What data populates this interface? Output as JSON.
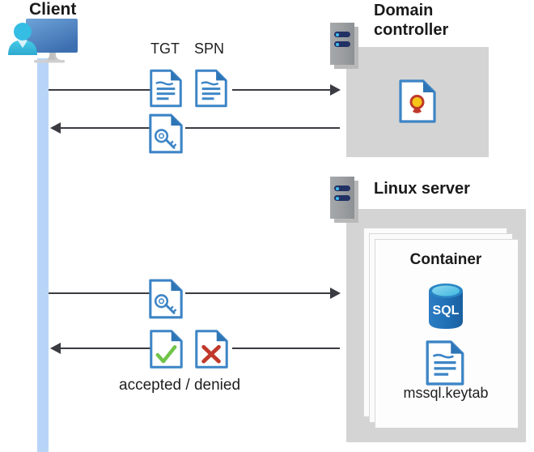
{
  "diagram": {
    "title": "Kerberos authentication flow between a client, a domain controller, and a Linux server container",
    "actors": {
      "client": {
        "label": "Client",
        "icon": "client-computer-user-icon"
      },
      "domain_controller": {
        "label": "Domain\ncontroller",
        "icon": "server-rack-icon",
        "contents": [
          {
            "name": "certificate-document-icon",
            "label": ""
          }
        ]
      },
      "linux_server": {
        "label": "Linux server",
        "icon": "server-rack-icon",
        "container": {
          "label": "Container",
          "stack_count": 3,
          "contents": [
            {
              "name": "sql-database-icon",
              "label": "SQL"
            },
            {
              "name": "keytab-document-icon",
              "label": "mssql.keytab"
            }
          ]
        }
      }
    },
    "messages": [
      {
        "id": "msg-1",
        "direction": "right",
        "from": "client",
        "to": "domain_controller",
        "icons": [
          "document-icon",
          "document-icon"
        ],
        "labels": [
          "TGT",
          "SPN"
        ]
      },
      {
        "id": "msg-2",
        "direction": "left",
        "from": "domain_controller",
        "to": "client",
        "icons": [
          "key-document-icon"
        ],
        "labels": []
      },
      {
        "id": "msg-3",
        "direction": "right",
        "from": "client",
        "to": "linux_server",
        "icons": [
          "key-document-icon"
        ],
        "labels": []
      },
      {
        "id": "msg-4",
        "direction": "left",
        "from": "linux_server",
        "to": "client",
        "icons": [
          "check-document-icon",
          "cross-document-icon"
        ],
        "labels": [
          "accepted / denied"
        ]
      }
    ],
    "labels": {
      "tgt": "TGT",
      "spn": "SPN",
      "accepted_denied": "accepted / denied",
      "container": "Container",
      "keytab": "mssql.keytab",
      "sql": "SQL"
    },
    "colors": {
      "lifeline": "#b8d5f7",
      "machine_box": "#d4d4d4",
      "doc_blue": "#3d85c6",
      "doc_fold": "#2e75b6",
      "line": "#3b3b42",
      "accept_green": "#70c44a",
      "deny_red": "#c0392b",
      "cert_gold": "#f5c518",
      "cert_ribbon": "#c0392b",
      "sql_blue": "#1f6fb5",
      "monitor_blue": "#4a86c8",
      "person_cyan": "#35bde3"
    }
  }
}
